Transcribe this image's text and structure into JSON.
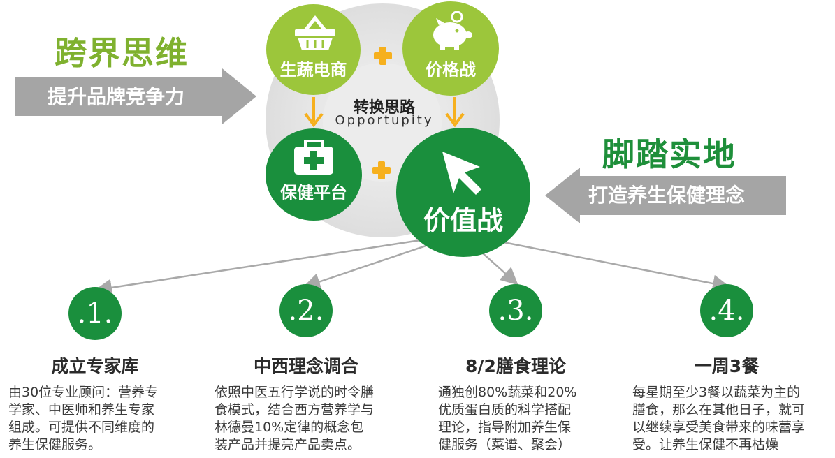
{
  "left_heading": "跨界思维",
  "left_banner": "提升品牌竞争力",
  "right_heading": "脚踏实地",
  "right_banner": "打造养生保健理念",
  "center_title": "转换思路",
  "center_subtitle": "Opportupity",
  "circles": {
    "top_left": "生蔬电商",
    "top_right": "价格战",
    "bottom_left": "保健平台",
    "main": "价值战"
  },
  "columns": [
    {
      "number": ".1.",
      "title": "成立专家库",
      "desc": [
        "由30位专业顾问：营养专",
        "学家、中医师和养生专家",
        "组成。可提供不同维度的",
        "养生保健服务。"
      ]
    },
    {
      "number": ".2.",
      "title": "中西理念调合",
      "desc": [
        "依照中医五行学说的时令膳",
        "食模式，结合西方营养学与",
        "林德曼10%定律的概念包",
        "装产品并提亮产品卖点。"
      ]
    },
    {
      "number": ".3.",
      "title": "8/2膳食理论",
      "desc": [
        "通独创80%蔬菜和20%",
        "优质蛋白质的科学搭配",
        "理论，指导附加养生保",
        "健服务（菜谱、聚会）"
      ]
    },
    {
      "number": ".4.",
      "title": "一周3餐",
      "desc": [
        "每星期至少3餐以蔬菜为主的",
        "膳食，那么在其他日子，就可",
        "以继续享受美食带来的味蕾享",
        "受。让养生保健不再枯燥"
      ]
    }
  ],
  "colors": {
    "light_green": "#9cc63b",
    "dark_green": "#1a8f3d",
    "orange": "#f6b01e",
    "gray": "#a9a9a9"
  }
}
